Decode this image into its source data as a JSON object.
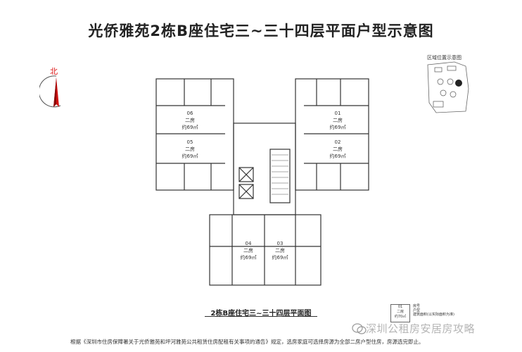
{
  "title": "光侨雅苑2栋B座住宅三~三十四层平面户型示意图",
  "compass": {
    "label": "北"
  },
  "keymap": {
    "title": "区域位置示意图"
  },
  "units": [
    {
      "no": "06",
      "type": "二房",
      "area": "约69㎡"
    },
    {
      "no": "05",
      "type": "二房",
      "area": "约69㎡"
    },
    {
      "no": "01",
      "type": "二房",
      "area": "约69㎡"
    },
    {
      "no": "02",
      "type": "二房",
      "area": "约69㎡"
    },
    {
      "no": "04",
      "type": "二房",
      "area": "约69㎡"
    },
    {
      "no": "03",
      "type": "二房",
      "area": "约69㎡"
    }
  ],
  "floor_caption": "2栋B座住宅三~三十四层平面图",
  "legend": {
    "box_no": "01",
    "box_type": "二房",
    "box_area": "约70㎡",
    "line1": "房号",
    "line2": "户型",
    "line3": "建筑面积(以实际面积为准)"
  },
  "footnote": "根据《深圳市住房保障署关于光侨雅苑和坪河雅苑公共租赁住房配租有关事项的通告》规定，选房家庭可选择房源为全部二房户型住房，房源选完即止。",
  "watermark": "深圳公租房安居房攻略",
  "colors": {
    "compass_red": "#d11111",
    "line": "#555555",
    "wall": "#333333"
  }
}
